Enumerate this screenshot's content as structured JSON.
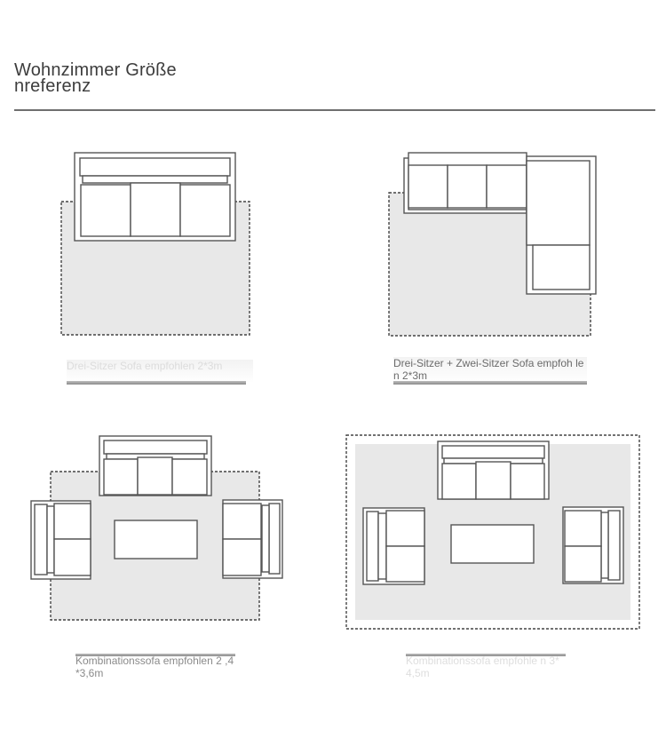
{
  "header": {
    "title": "Wohnzimmer Größe nreferenz"
  },
  "layouts": [
    {
      "id": "three-seat",
      "caption": "Drei-Sitzer Sofa empfohlen 2*3m"
    },
    {
      "id": "three-plus-two",
      "caption": "Drei-Sitzer + Zwei-Sitzer Sofa empfoh len 2*3m"
    },
    {
      "id": "combination",
      "caption": "Kombinationssofa empfohlen 2 ,4*3,6m"
    },
    {
      "id": "large-combination",
      "caption": "Kombinationssofa empfohle n 3*4,5m"
    }
  ],
  "colors": {
    "rug_fill": "#e8e8e8",
    "outline": "#555555",
    "rule": "#6f6f6f"
  }
}
